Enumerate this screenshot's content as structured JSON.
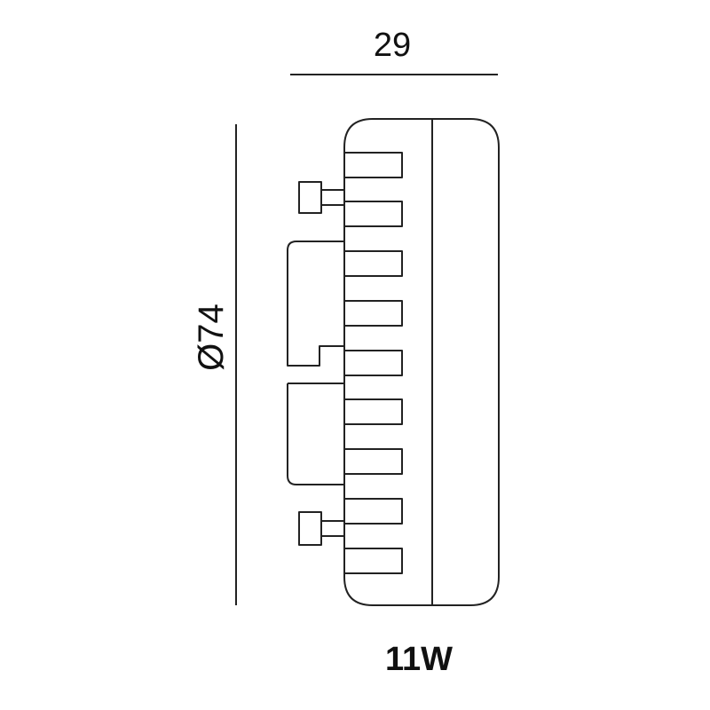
{
  "diagram": {
    "width_dimension": "29",
    "diameter_dimension": "Ø74",
    "wattage": "11W"
  }
}
